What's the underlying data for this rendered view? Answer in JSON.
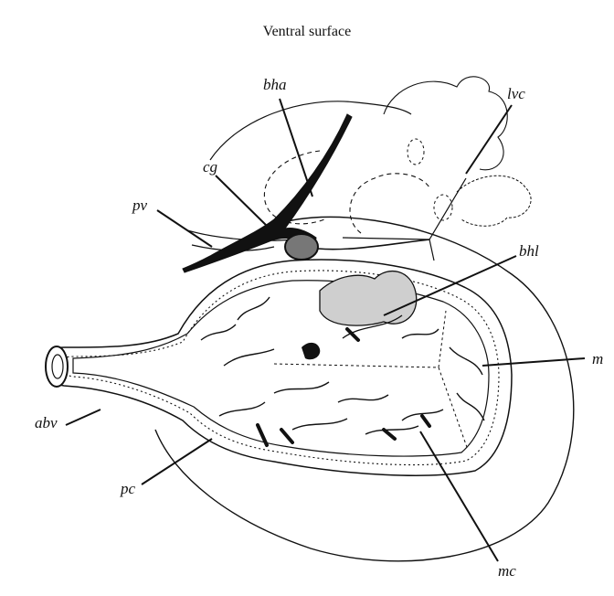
{
  "diagram": {
    "title": "Ventral surface",
    "labels": {
      "bha": "bha",
      "lvc": "lvc",
      "cg": "cg",
      "pv": "pv",
      "bhl": "bhl",
      "m": "m",
      "abv": "abv",
      "pc": "pc",
      "mc": "mc"
    }
  }
}
